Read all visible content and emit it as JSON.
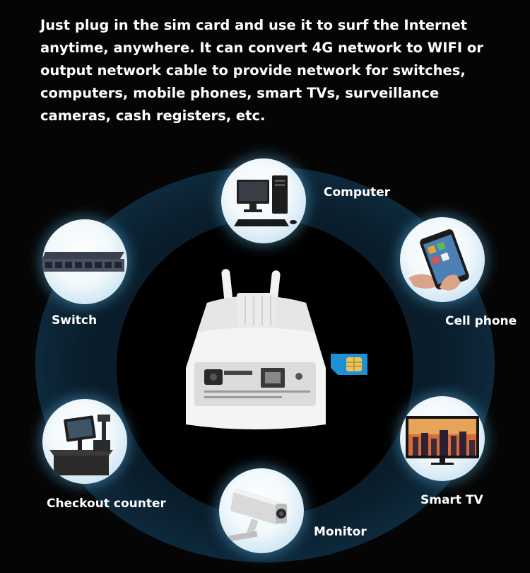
{
  "headline": "Just plug in the sim card and use it to surf the Internet anytime, anywhere. It can convert 4G network to WIFI or output network cable to provide network for switches, computers, mobile phones, smart TVs, surveillance cameras, cash registers, etc.",
  "devices": {
    "computer": {
      "label": "Computer",
      "icon": "desktop-computer-icon"
    },
    "cell_phone": {
      "label": "Cell phone",
      "icon": "smartphone-icon"
    },
    "switch": {
      "label": "Switch",
      "icon": "network-switch-icon"
    },
    "checkout_counter": {
      "label": "Checkout counter",
      "icon": "pos-terminal-icon"
    },
    "smart_tv": {
      "label": "Smart TV",
      "icon": "tv-icon"
    },
    "monitor": {
      "label": "Monitor",
      "icon": "security-camera-icon"
    }
  },
  "center": {
    "icon": "4g-router-icon",
    "accessory_icon": "sim-card-icon"
  },
  "colors": {
    "background": "#050505",
    "glow": "#5ab4e6",
    "sim": "#1e90d6",
    "text": "#ffffff"
  }
}
